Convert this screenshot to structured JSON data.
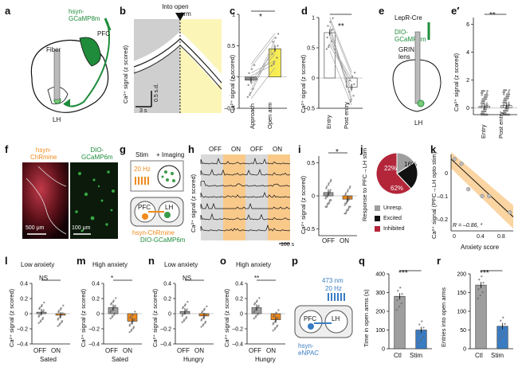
{
  "panels": {
    "a": {
      "letter": "a",
      "fiber": "Fiber",
      "virus1": "hsyn-",
      "virus2": "GCaMP8m",
      "region_pfc": "PFC",
      "region_lh": "LH"
    },
    "b": {
      "letter": "b",
      "title1": "Into open",
      "title2": "arm",
      "ylabel": "Ca²⁺ signal (z scored)",
      "scale_x": "3 s",
      "scale_y": "0.5 s.d."
    },
    "c": {
      "letter": "c",
      "ylabel": "Ca²⁺ signal (z scored)",
      "xticks": [
        "Approach",
        "Open arm"
      ],
      "yticks": [
        "1",
        "0.5",
        "0",
        "–0.5"
      ],
      "sig": "*"
    },
    "d": {
      "letter": "d",
      "ylabel": "Ca²⁺ signal (z scored)",
      "xticks": [
        "Entry",
        "Post entry"
      ],
      "yticks": [
        "1",
        "0.5",
        "0",
        "–0.5"
      ],
      "sig": "**"
    },
    "e": {
      "letter": "e",
      "line1": "LepR-Cre",
      "line2": "DIO-",
      "line3": "GCaMP8m",
      "line4": "GRIN",
      "line5": "lens",
      "region_lh": "LH"
    },
    "e2": {
      "letter": "e′",
      "ylabel": "Ca²⁺ signal (z scored)",
      "xticks": [
        "Entry",
        "Post entry"
      ],
      "yticks": [
        "6",
        "4",
        "2",
        "0"
      ],
      "sig": "**"
    },
    "f": {
      "letter": "f",
      "left_line1": "hsyn-",
      "left_line2": "ChRmine",
      "right_line1": "DIO-",
      "right_line2": "GCaMP6m",
      "scale_left": "500 μm",
      "scale_right": "100 μm"
    },
    "g": {
      "letter": "g",
      "stim": "Stim",
      "imaging": "+ Imaging",
      "hz": "20 Hz",
      "pfc": "PFC",
      "lh": "LH",
      "virus1": "hsyn-ChRmine",
      "virus2": "DIO-GCaMP6m"
    },
    "h": {
      "letter": "h",
      "epochs": [
        "OFF",
        "ON",
        "OFF",
        "ON"
      ],
      "ylabel": "Ca²⁺ signal (z scored)",
      "scale": "100 s"
    },
    "i": {
      "letter": "i",
      "ylabel": "Ca²⁺ signal (z scored)",
      "xticks": [
        "OFF",
        "ON"
      ],
      "yticks": [
        "0.5",
        "0",
        "–0.5"
      ],
      "sig": "*"
    },
    "j": {
      "letter": "j",
      "ylabel": "Response to PFC→LH stim",
      "slices": [
        "22%",
        "16%",
        "62%"
      ],
      "legend": [
        "Unresp.",
        "Excited",
        "Inhibited"
      ]
    },
    "k": {
      "letter": "k",
      "ylabel": "Ca²⁺ signal (PFC→LH opto stim)",
      "xlabel": "Anxiety score",
      "xticks": [
        "0",
        "0.4",
        "0.8"
      ],
      "yticks": [
        "0",
        "–0.1",
        "–0.2"
      ],
      "stat": "R = –0.86, *"
    },
    "l": {
      "letter": "l",
      "title": "Low anxiety",
      "sig": "NS",
      "ylabel": "Ca²⁺ signal (z scored)",
      "xticks": [
        "OFF",
        "ON"
      ],
      "group": "Sated",
      "yticks": [
        "0.4",
        "0.2",
        "0",
        "–0.2",
        "–0.4"
      ]
    },
    "m": {
      "letter": "m",
      "title": "High anxiety",
      "sig": "*",
      "ylabel": "Ca²⁺ signal (z scored)",
      "xticks": [
        "OFF",
        "ON"
      ],
      "group": "Sated",
      "yticks": [
        "0.4",
        "0.2",
        "0",
        "–0.2",
        "–0.4"
      ]
    },
    "n": {
      "letter": "n",
      "title": "Low anxiety",
      "sig": "NS",
      "ylabel": "Ca²⁺ signal (z scored)",
      "xticks": [
        "OFF",
        "ON"
      ],
      "group": "Hungry",
      "yticks": [
        "0.4",
        "0.2",
        "0",
        "–0.2",
        "–0.4"
      ]
    },
    "o": {
      "letter": "o",
      "title": "High anxiety",
      "sig": "**",
      "ylabel": "Ca²⁺ signal (z scored)",
      "xticks": [
        "OFF",
        "ON"
      ],
      "group": "Hungry",
      "yticks": [
        "0.4",
        "0.2",
        "0",
        "–0.2",
        "–0.4"
      ]
    },
    "p": {
      "letter": "p",
      "nm": "473 nm",
      "hz": "20 Hz",
      "pfc": "PFC",
      "lh": "LH",
      "virus1": "hsyn-",
      "virus2": "eNPAC"
    },
    "q": {
      "letter": "q",
      "ylabel": "Time in open arms (s)",
      "xticks": [
        "Ctl",
        "Stim"
      ],
      "yticks": [
        "400",
        "300",
        "200",
        "100",
        "0"
      ],
      "sig": "***"
    },
    "r": {
      "letter": "r",
      "ylabel": "Entries into open arms",
      "xticks": [
        "Ctl",
        "Stim"
      ],
      "yticks": [
        "200",
        "150",
        "100",
        "50",
        "0"
      ],
      "sig": "***"
    }
  },
  "colors": {
    "green": "#1f8c3b",
    "orange": "#f08a1c",
    "blue": "#3a7cc2",
    "yellow": "#f7ec54",
    "red": "#b3263a",
    "gray": "#9e9e9e"
  },
  "chart_data": [
    {
      "type": "bar",
      "panel": "c",
      "categories": [
        "Approach",
        "Open arm"
      ],
      "values": [
        -0.05,
        0.45
      ],
      "ylim": [
        -0.5,
        1
      ]
    },
    {
      "type": "bar",
      "panel": "d",
      "categories": [
        "Entry",
        "Post entry"
      ],
      "values": [
        0.75,
        -0.15
      ],
      "ylim": [
        -0.5,
        1
      ]
    },
    {
      "type": "bar",
      "panel": "e2",
      "categories": [
        "Entry",
        "Post entry"
      ],
      "values": [
        0.1,
        0.15
      ],
      "ylim": [
        -0.5,
        6.5
      ]
    },
    {
      "type": "bar",
      "panel": "i",
      "categories": [
        "OFF",
        "ON"
      ],
      "values": [
        0.05,
        -0.05
      ],
      "ylim": [
        -0.6,
        0.6
      ]
    },
    {
      "type": "pie",
      "panel": "j",
      "labels": [
        "Unresp.",
        "Excited",
        "Inhibited"
      ],
      "values": [
        16,
        22,
        62
      ]
    },
    {
      "type": "scatter",
      "panel": "k",
      "x": [
        0.0,
        0.1,
        0.2,
        0.4,
        0.5,
        0.8
      ],
      "y": [
        0.06,
        0.04,
        -0.07,
        -0.1,
        -0.1,
        -0.17
      ],
      "xlim": [
        -0.05,
        0.85
      ],
      "ylim": [
        -0.25,
        0.08
      ]
    },
    {
      "type": "bar",
      "panel": "l",
      "categories": [
        "OFF",
        "ON"
      ],
      "values": [
        0.02,
        -0.02
      ],
      "ylim": [
        -0.4,
        0.4
      ]
    },
    {
      "type": "bar",
      "panel": "m",
      "categories": [
        "OFF",
        "ON"
      ],
      "values": [
        0.08,
        -0.1
      ],
      "ylim": [
        -0.4,
        0.4
      ]
    },
    {
      "type": "bar",
      "panel": "n",
      "categories": [
        "OFF",
        "ON"
      ],
      "values": [
        0.03,
        -0.03
      ],
      "ylim": [
        -0.4,
        0.4
      ]
    },
    {
      "type": "bar",
      "panel": "o",
      "categories": [
        "OFF",
        "ON"
      ],
      "values": [
        0.08,
        -0.08
      ],
      "ylim": [
        -0.4,
        0.4
      ]
    },
    {
      "type": "bar",
      "panel": "q",
      "categories": [
        "Ctl",
        "Stim"
      ],
      "values": [
        280,
        100
      ],
      "ylim": [
        0,
        400
      ]
    },
    {
      "type": "bar",
      "panel": "r",
      "categories": [
        "Ctl",
        "Stim"
      ],
      "values": [
        170,
        60
      ],
      "ylim": [
        0,
        200
      ]
    }
  ]
}
